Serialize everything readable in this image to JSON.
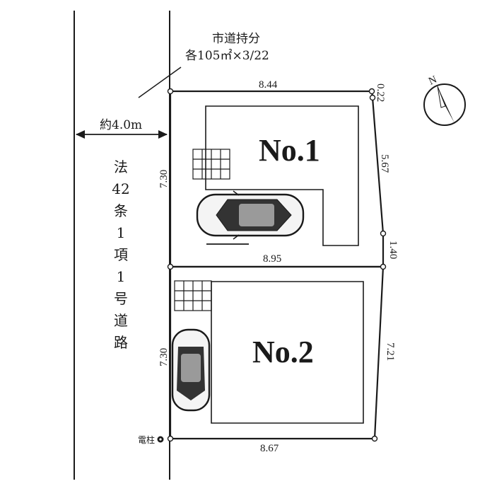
{
  "city_road_share": {
    "line1": "市道持分",
    "line2": "各105㎡×3/22"
  },
  "road": {
    "width_label": "約4.0m",
    "type_chars": [
      "法",
      "42",
      "条",
      "1",
      "項",
      "1",
      "号",
      "道",
      "路"
    ]
  },
  "lots": [
    {
      "label": "No.1"
    },
    {
      "label": "No.2"
    }
  ],
  "dimensions": {
    "top": "8.44",
    "top_right_small": "0.22",
    "right_upper": "5.67",
    "right_middle": "1.40",
    "middle": "8.95",
    "left_upper": "7.30",
    "left_lower": "7.30",
    "right_lower": "7.21",
    "bottom": "8.67"
  },
  "utility_pole": "電柱",
  "compass": {
    "north": "N"
  }
}
